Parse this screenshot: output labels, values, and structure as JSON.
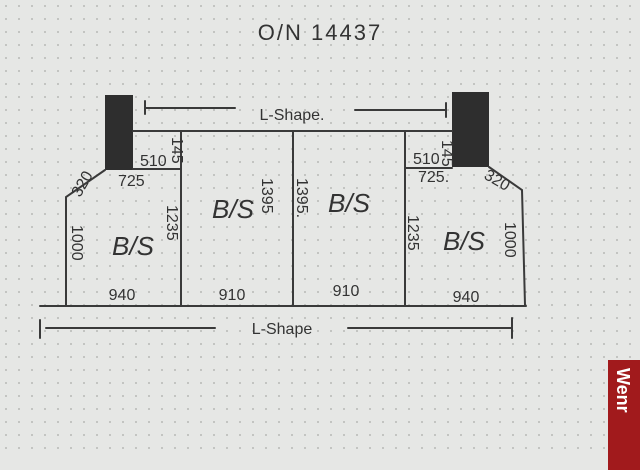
{
  "title": "O/N 14437",
  "top_dimension": "L-Shape.",
  "bottom_dimension": "L-Shape",
  "left_section": {
    "top_width": "510",
    "step_height": "145",
    "width_725": "725",
    "chamfer": "320",
    "side_height": "1000",
    "inner_height": "1235",
    "label": "B/S",
    "bottom_width": "940"
  },
  "center_left_section": {
    "label": "B/S",
    "height": "1395",
    "bottom_width": "910"
  },
  "center_right_section": {
    "label": "B/S",
    "height": "1395.",
    "bottom_width": "910"
  },
  "right_section": {
    "top_width": "510",
    "step_height": "145",
    "width_725": "725.",
    "chamfer": "320",
    "side_height": "1000",
    "inner_height": "1235",
    "label": "B/S",
    "bottom_width": "940"
  },
  "red_tab_text": "Wenr",
  "colors": {
    "paper": "#e6e7e5",
    "ink": "#3a3a3a",
    "block": "#2e2e2e",
    "tab": "#a11a1c"
  }
}
